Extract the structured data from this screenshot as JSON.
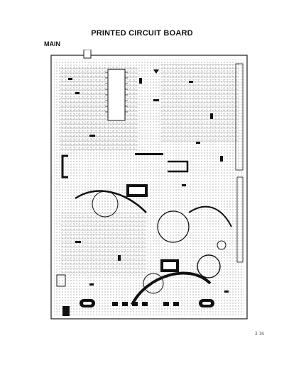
{
  "page": {
    "title": "PRINTED CIRCUIT BOARD",
    "section_label": "MAIN",
    "page_number": "3-16"
  },
  "board": {
    "name": "main-pcb-layout",
    "ink_color": "#1a1a1a",
    "paper_color": "#ffffff"
  }
}
